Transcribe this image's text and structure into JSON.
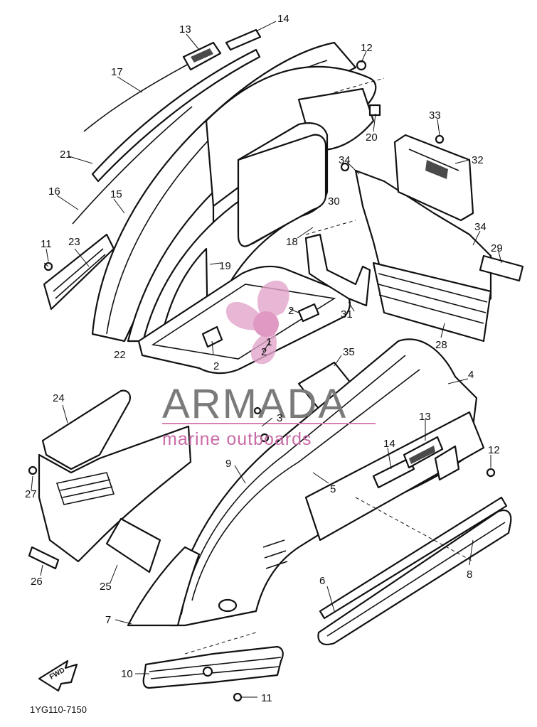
{
  "diagram_code": "1YG110-7150",
  "callouts": [
    "1",
    "2",
    "2",
    "2",
    "3",
    "4",
    "5",
    "6",
    "7",
    "8",
    "9",
    "10",
    "11",
    "11",
    "12",
    "12",
    "13",
    "13",
    "14",
    "14",
    "15",
    "16",
    "17",
    "18",
    "19",
    "20",
    "21",
    "22",
    "23",
    "24",
    "25",
    "26",
    "27",
    "28",
    "29",
    "30",
    "31",
    "32",
    "33",
    "34",
    "34",
    "35"
  ],
  "watermark": {
    "brand": "ARMADA",
    "tagline": "marine outboards",
    "color_brand": "#7a7a7a",
    "color_accent": "#e3a6cb"
  },
  "fwd_label": "FWD"
}
